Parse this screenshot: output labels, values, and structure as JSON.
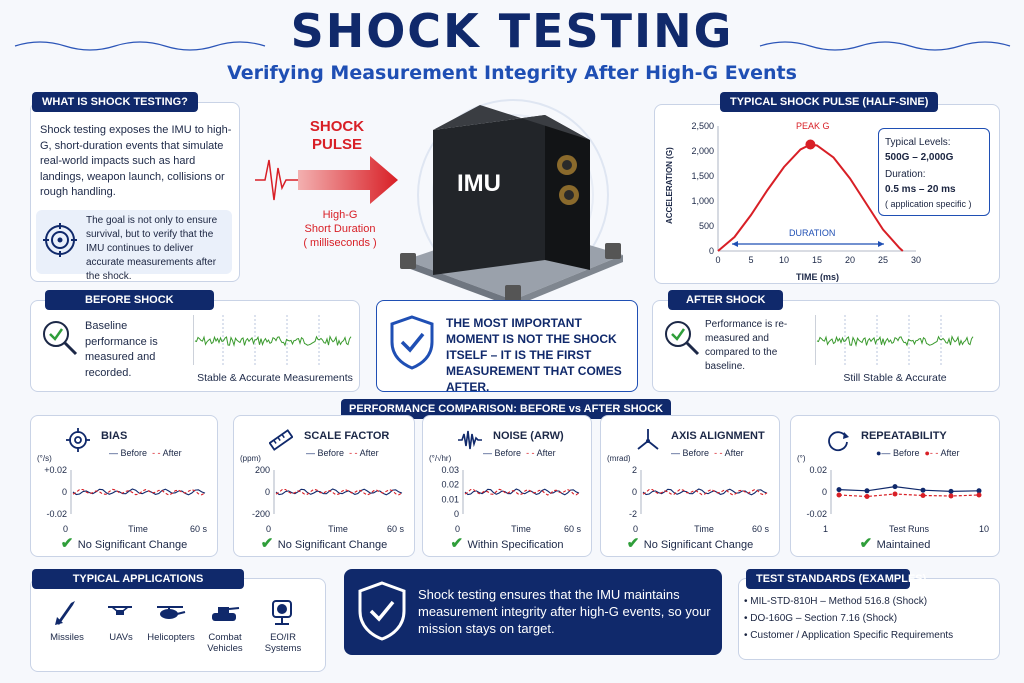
{
  "header": {
    "title": "SHOCK TESTING",
    "subtitle": "Verifying Measurement Integrity After High-G Events"
  },
  "what": {
    "title": "WHAT IS SHOCK TESTING?",
    "body": "Shock testing exposes the IMU to high-G, short-duration events that simulate real-world impacts such as hard landings, weapon launch, collisions or rough handling.",
    "goal": "The goal is not only to ensure survival, but to verify that the IMU continues to deliver accurate measurements after the shock."
  },
  "pulse_label": {
    "line1": "SHOCK",
    "line2": "PULSE",
    "g1": "High-G",
    "g2": "Short Duration",
    "g3": "( milliseconds )"
  },
  "imu_label": "IMU",
  "pulse_chart": {
    "title": "TYPICAL SHOCK PULSE (HALF-SINE)",
    "ylabel": "ACCELERATION (G)",
    "xlabel": "TIME (ms)",
    "peak": "PEAK G",
    "duration": "DURATION",
    "yticks": [
      "2,500",
      "2,000",
      "1,500",
      "1,000",
      "500",
      "0"
    ],
    "xticks": [
      "0",
      "5",
      "10",
      "15",
      "20",
      "25",
      "30"
    ],
    "levels_title": "Typical Levels:",
    "levels_value": "500G – 2,000G",
    "duration_title": "Duration:",
    "duration_value": "0.5 ms – 20 ms",
    "duration_note": "( application specific )"
  },
  "chart_data": {
    "type": "line",
    "title": "TYPICAL SHOCK PULSE (HALF-SINE)",
    "xlabel": "TIME (ms)",
    "ylabel": "ACCELERATION (G)",
    "xlim": [
      0,
      30
    ],
    "ylim": [
      0,
      2500
    ],
    "x": [
      0,
      2.5,
      5,
      7.5,
      10,
      12.5,
      14,
      15,
      17.5,
      20,
      22.5,
      25,
      27.5,
      28
    ],
    "values": [
      0,
      280,
      720,
      1220,
      1680,
      2030,
      2130,
      2110,
      1870,
      1450,
      940,
      430,
      60,
      0
    ]
  },
  "before": {
    "title": "BEFORE SHOCK",
    "text": "Baseline performance is measured and recorded.",
    "caption": "Stable & Accurate Measurements"
  },
  "moment": {
    "text": "THE MOST IMPORTANT MOMENT IS NOT THE SHOCK ITSELF – IT IS THE FIRST MEASUREMENT THAT COMES AFTER."
  },
  "after": {
    "title": "AFTER SHOCK",
    "text": "Performance is re-measured and compared to the baseline.",
    "caption": "Still Stable & Accurate"
  },
  "comparison_title": "PERFORMANCE COMPARISON: BEFORE vs AFTER SHOCK",
  "legend": {
    "before": "Before",
    "after": "After"
  },
  "panels": [
    {
      "title": "BIAS",
      "unit": "(°/s)",
      "yticks": [
        "+0.02",
        "0",
        "-0.02"
      ],
      "x0": "0",
      "xmid": "Time",
      "xend": "60 s",
      "status": "No Significant Change"
    },
    {
      "title": "SCALE FACTOR",
      "unit": "(ppm)",
      "yticks": [
        "200",
        "0",
        "-200"
      ],
      "x0": "0",
      "xmid": "Time",
      "xend": "60 s",
      "status": "No Significant Change"
    },
    {
      "title": "NOISE (ARW)",
      "unit": "(°/√hr)",
      "yticks": [
        "0.03",
        "0.02",
        "0.01",
        "0"
      ],
      "x0": "0",
      "xmid": "Time",
      "xend": "60 s",
      "status": "Within Specification"
    },
    {
      "title": "AXIS ALIGNMENT",
      "unit": "(mrad)",
      "yticks": [
        "2",
        "0",
        "-2"
      ],
      "x0": "0",
      "xmid": "Time",
      "xend": "60 s",
      "status": "No Significant Change"
    },
    {
      "title": "REPEATABILITY",
      "unit": "(°)",
      "yticks": [
        "0.02",
        "0",
        "-0.02"
      ],
      "x0": "1",
      "xmid": "Test Runs",
      "xend": "10",
      "status": "Maintained"
    }
  ],
  "apps": {
    "title": "TYPICAL APPLICATIONS",
    "items": [
      "Missiles",
      "UAVs",
      "Helicopters",
      "Combat Vehicles",
      "EO/IR Systems"
    ]
  },
  "banner": "Shock testing ensures that the IMU maintains measurement integrity after high-G events, so your mission stays on target.",
  "standards": {
    "title": "TEST STANDARDS (EXAMPLES)",
    "items": [
      "MIL-STD-810H – Method 516.8 (Shock)",
      "DO-160G – Section 7.16 (Shock)",
      "Customer / Application Specific Requirements"
    ]
  },
  "colors": {
    "navy": "#10296b",
    "red": "#d81f26",
    "green": "#2f9e3a",
    "blue": "#1f4fb4"
  }
}
